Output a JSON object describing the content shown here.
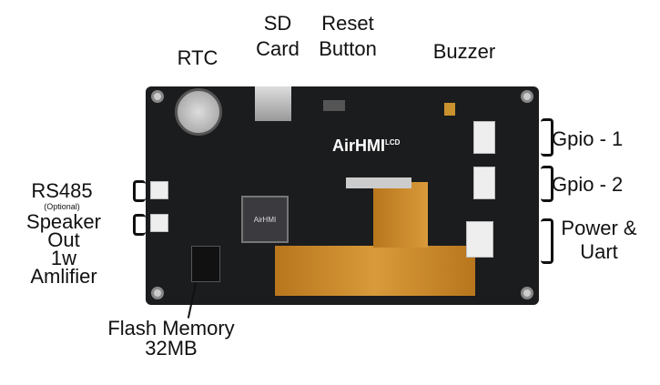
{
  "labels": {
    "rtc": "RTC",
    "sd_card": [
      "SD",
      "Card"
    ],
    "reset_button": [
      "Reset",
      "Button"
    ],
    "buzzer": "Buzzer",
    "gpio1": "Gpio - 1",
    "gpio2": "Gpio - 2",
    "power_uart": [
      "Power &",
      "Uart"
    ],
    "rs485": "RS485",
    "rs485_note": "(Optional)",
    "speaker": [
      "Speaker",
      "Out",
      "1w",
      "Amlifier"
    ],
    "flash": [
      "Flash Memory",
      "32MB"
    ]
  },
  "board": {
    "logo": "AirHMI",
    "logo_sup": "LCD",
    "chip_logo": "AirHMI"
  }
}
